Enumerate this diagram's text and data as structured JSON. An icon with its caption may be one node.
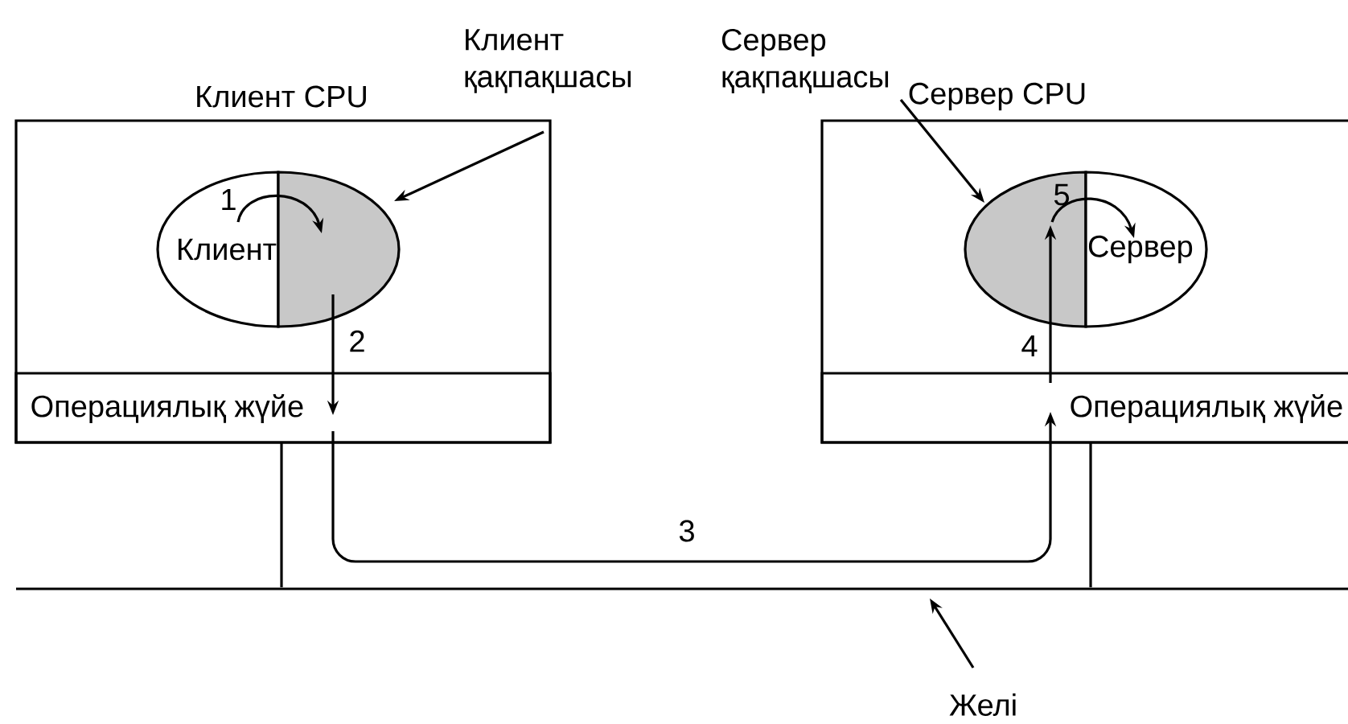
{
  "diagram": {
    "nodes": [
      {
        "text": [
          "Клиент CPU"
        ]
      },
      {
        "text": [
          "Операциялық жүйе"
        ],
        "in": 0
      },
      {
        "text": [
          "Клиент"
        ],
        "in": 0
      },
      {
        "text": [],
        "shape": "box",
        "in": 0
      },
      {
        "text": [
          "Сервер CPU"
        ]
      },
      {
        "text": [
          "Операциялық жүйе"
        ],
        "in": 4
      },
      {
        "text": [],
        "shape": "box",
        "in": 4
      },
      {
        "text": [
          "Сервер"
        ],
        "in": 4
      },
      {
        "text": [
          "Клиент қақпақшасы"
        ]
      },
      {
        "text": [
          "Сервер қақпақшасы"
        ]
      },
      {
        "text": [],
        "shape": "bar"
      },
      {
        "text": [
          "Желі"
        ]
      }
    ],
    "edges": [
      {
        "from": 2,
        "to": 3,
        "arrow": "to",
        "label": "1"
      },
      {
        "from": 3,
        "to": 1,
        "arrow": "to",
        "label": "2"
      },
      {
        "from": 1,
        "to": 5,
        "arrow": "to",
        "label": "3"
      },
      {
        "from": 5,
        "to": 6,
        "arrow": "to",
        "label": "4"
      },
      {
        "from": 6,
        "to": 7,
        "arrow": "to",
        "label": "5"
      },
      {
        "from": 8,
        "to": 3,
        "arrow": "to"
      },
      {
        "from": 9,
        "to": 6,
        "arrow": "to"
      },
      {
        "from": 11,
        "to": 10,
        "arrow": "to"
      },
      {
        "from": 1,
        "to": 10,
        "arrow": "none"
      },
      {
        "from": 5,
        "to": 10,
        "arrow": "none"
      }
    ]
  }
}
